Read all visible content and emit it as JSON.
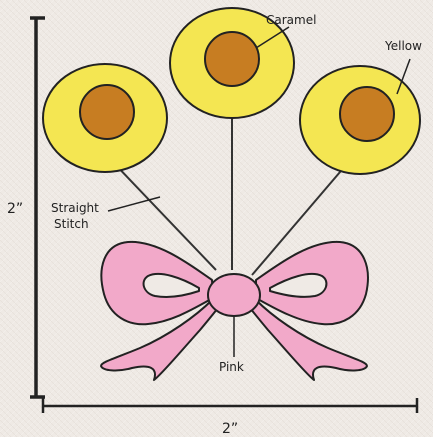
{
  "labels": {
    "caramel": "Caramel",
    "yellow": "Yellow",
    "straight_stitch_line1": "Straight",
    "straight_stitch_line2": "Stitch",
    "pink": "Pink"
  },
  "dimensions": {
    "height": "2”",
    "width": "2”"
  },
  "colors": {
    "background": "#efeae5",
    "flower_petal": "#f4e652",
    "flower_center": "#c77d22",
    "bow": "#f2a9c9",
    "outline": "#222222"
  }
}
